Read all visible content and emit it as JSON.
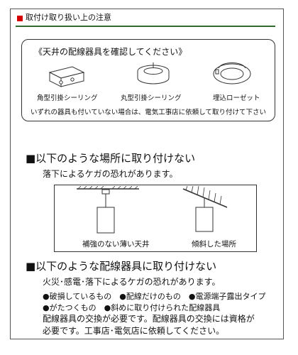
{
  "header": {
    "title": "取付け取り扱い上の注意"
  },
  "fixtures": {
    "title": "《天井の配線器具を確認してください》",
    "items": [
      {
        "label": "角型引掛シーリング",
        "icon": "square-ceiling-socket-icon"
      },
      {
        "label": "丸型引掛シーリング",
        "icon": "round-ceiling-socket-icon"
      },
      {
        "label": "埋込ローゼット",
        "icon": "embedded-rosette-icon"
      }
    ],
    "note": "いずれの器具も付いていない場合は、電気工事店に依頼して取り付けて下さい"
  },
  "section1": {
    "title": "■以下のような場所に取り付けない",
    "subtitle": "落下によるケガの恐れがあります。",
    "labels": [
      "補強のない薄い天井",
      "傾斜した場所"
    ]
  },
  "section2": {
    "title": "■以下のような配線器具に取り付けない",
    "subtitle": "火災･感電･落下によるケガの恐れがあります。",
    "bullets_row1": "●破損しているもの　●配線だけのもの　●電源端子露出タイプ",
    "bullets_row2": "●がたつくもの　●斜めに取り付けられた配線器具",
    "notice_line1": "配線器具の交換が必要です。配線器具の交換には資格が",
    "notice_line2": "必要です。工事店･電気店に依頼してください。"
  },
  "colors": {
    "accent": "#d60000",
    "header_rule": "#2f6b2f",
    "stroke": "#333333"
  }
}
